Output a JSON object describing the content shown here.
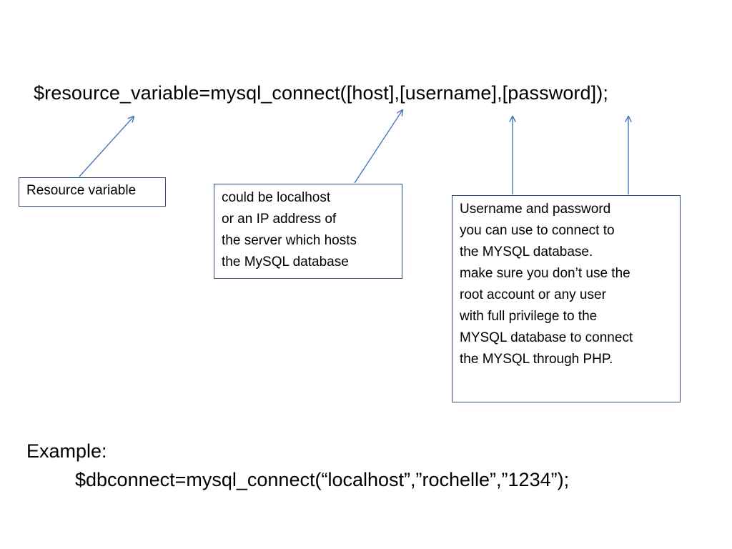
{
  "syntax": "$resource_variable=mysql_connect([host],[username],[password]);",
  "callouts": {
    "resource": {
      "lines": [
        "Resource variable"
      ]
    },
    "host": {
      "lines": [
        "could be localhost",
        "or an IP address of",
        "the server which hosts",
        "the MySQL database"
      ]
    },
    "credentials": {
      "lines": [
        "Username and password",
        "you can use to connect to",
        "the MYSQL database.",
        "make sure you don’t use the",
        "root account or any user",
        "with full privilege to the",
        "MYSQL database to connect",
        "the MYSQL through PHP."
      ]
    }
  },
  "example": {
    "label": "Example:",
    "code": "$dbconnect=mysql_connect(“localhost”,”rochelle”,”1234”);"
  },
  "colors": {
    "arrow": "#4a78b5",
    "box_border": "#2f4f7f"
  }
}
